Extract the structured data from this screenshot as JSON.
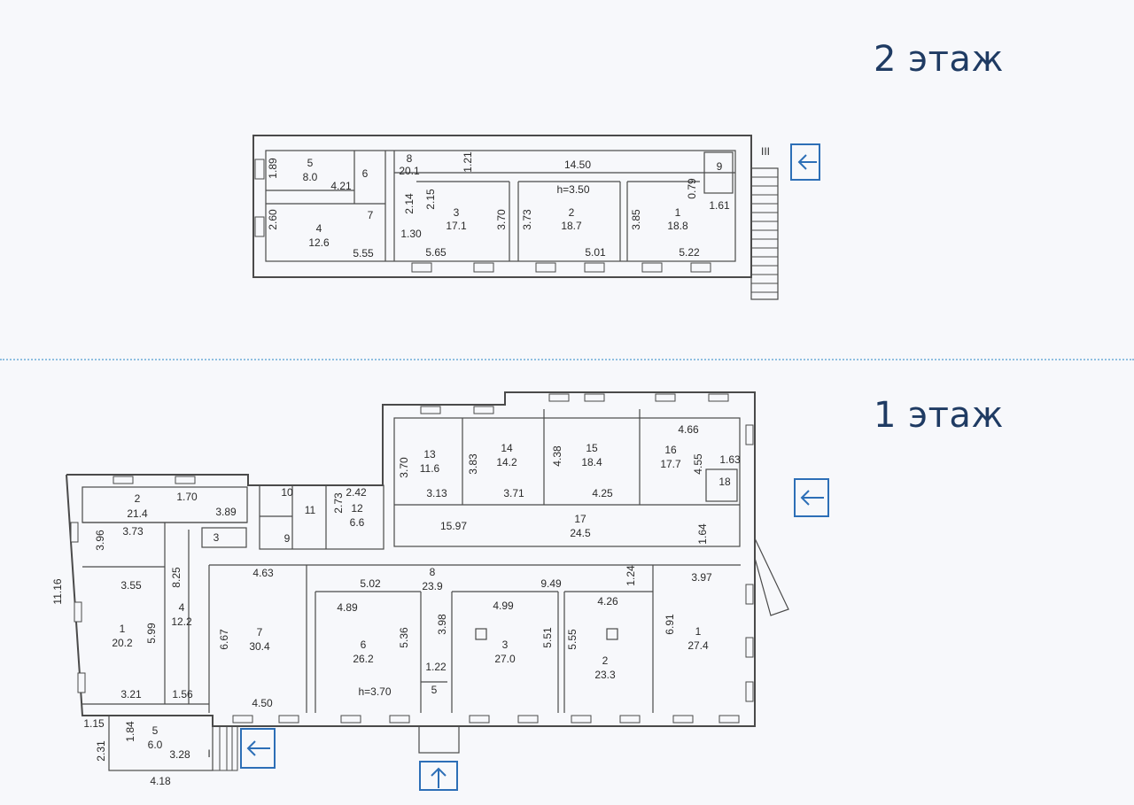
{
  "floors": {
    "second": {
      "title": "2 этаж"
    },
    "first": {
      "title": "1 этаж"
    }
  },
  "colors": {
    "title": "#1f3b63",
    "entrance": "#2d6fb7",
    "divider": "#8fbfe0",
    "walls": "#4a4a4a"
  },
  "floor2": {
    "rooms": [
      {
        "num": "5",
        "area": "8.0"
      },
      {
        "num": "6",
        "area": ""
      },
      {
        "num": "4",
        "area": "12.6"
      },
      {
        "num": "7",
        "area": ""
      },
      {
        "num": "8",
        "area": "20.1"
      },
      {
        "num": "3",
        "area": "17.1"
      },
      {
        "num": "2",
        "area": "18.7"
      },
      {
        "num": "1",
        "area": "18.8"
      },
      {
        "num": "9",
        "area": ""
      }
    ],
    "dims": [
      "1.89",
      "4.21",
      "2.60",
      "5.55",
      "2.14",
      "1.30",
      "1.21",
      "2.15",
      "5.65",
      "3.70",
      "14.50",
      "h=3.50",
      "3.73",
      "5.01",
      "3.85",
      "0.79",
      "5.22",
      "1.61",
      "III"
    ]
  },
  "floor1": {
    "rooms": [
      {
        "num": "2",
        "area": "21.4"
      },
      {
        "num": "3",
        "area": ""
      },
      {
        "num": "1",
        "area": "20.2"
      },
      {
        "num": "4",
        "area": "12.2"
      },
      {
        "num": "5",
        "area": "6.0"
      },
      {
        "num": "7",
        "area": "30.4"
      },
      {
        "num": "6",
        "area": "26.2"
      },
      {
        "num": "5",
        "area": ""
      },
      {
        "num": "3",
        "area": "27.0"
      },
      {
        "num": "2",
        "area": "23.3"
      },
      {
        "num": "1",
        "area": "27.4"
      },
      {
        "num": "8",
        "area": "23.9"
      },
      {
        "num": "10",
        "area": ""
      },
      {
        "num": "11",
        "area": ""
      },
      {
        "num": "9",
        "area": ""
      },
      {
        "num": "12",
        "area": "6.6"
      },
      {
        "num": "13",
        "area": "11.6"
      },
      {
        "num": "14",
        "area": "14.2"
      },
      {
        "num": "15",
        "area": "18.4"
      },
      {
        "num": "16",
        "area": "17.7"
      },
      {
        "num": "17",
        "area": "24.5"
      },
      {
        "num": "18",
        "area": ""
      }
    ],
    "dims": [
      "1.70",
      "3.89",
      "3.96",
      "3.73",
      "8.25",
      "3.55",
      "5.99",
      "3.21",
      "1.56",
      "11.16",
      "1.15",
      "1.84",
      "2.31",
      "3.28",
      "4.18",
      "I",
      "4.63",
      "6.67",
      "4.50",
      "5.02",
      "4.89",
      "5.36",
      "h=3.70",
      "3.98",
      "1.22",
      "4.99",
      "5.51",
      "9.49",
      "5.55",
      "4.26",
      "1.24",
      "3.97",
      "6.91",
      "2.42",
      "2.73",
      "3.70",
      "3.13",
      "3.83",
      "3.71",
      "4.38",
      "4.25",
      "4.66",
      "4.55",
      "1.63",
      "15.97",
      "1.64"
    ]
  }
}
